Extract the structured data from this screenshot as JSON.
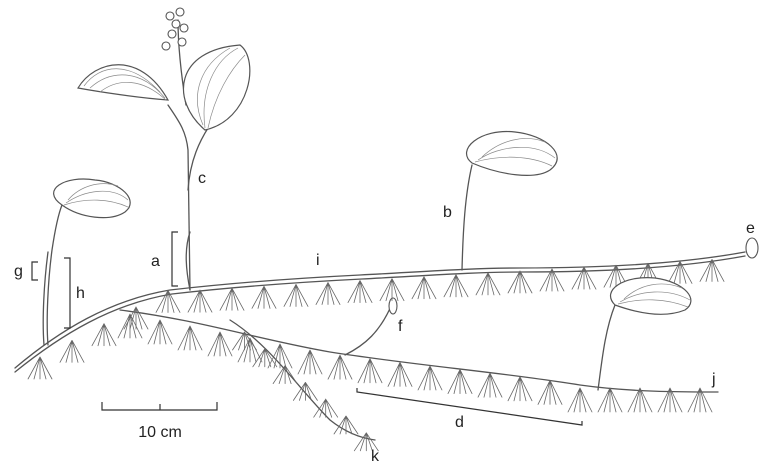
{
  "labels": {
    "a": "a",
    "b": "b",
    "c": "c",
    "d": "d",
    "e": "e",
    "f": "f",
    "g": "g",
    "h": "h",
    "i": "i",
    "j": "j",
    "k": "k"
  },
  "scale_bar": {
    "text": "10 cm"
  }
}
